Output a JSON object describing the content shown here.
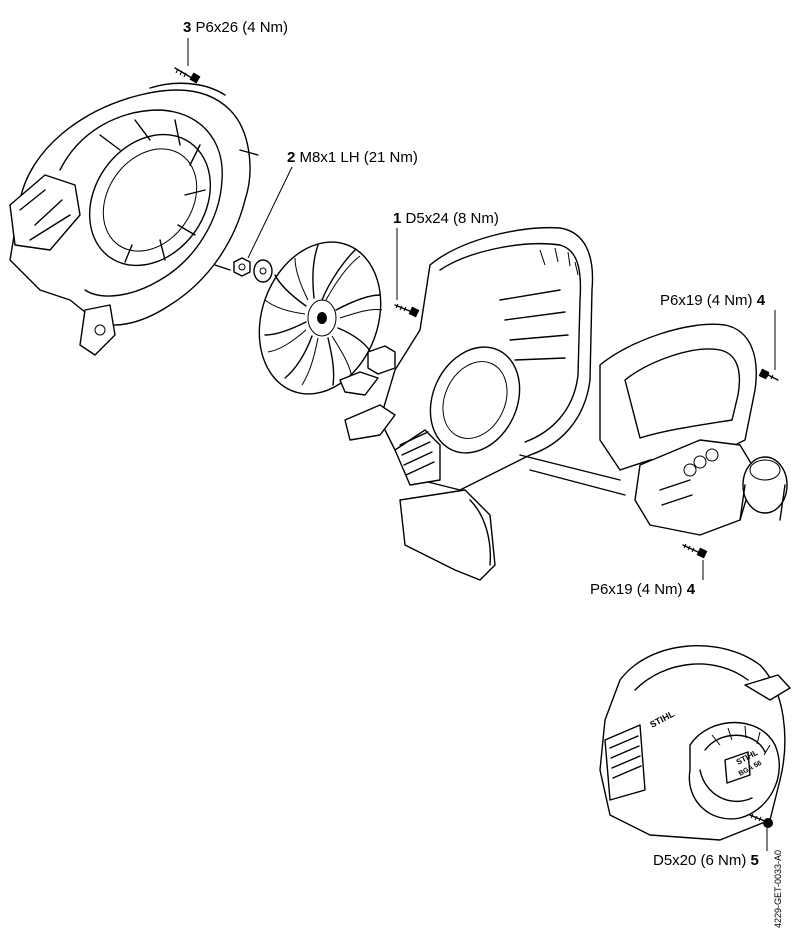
{
  "callouts": [
    {
      "num": "3",
      "spec": "P6x26 (4 Nm)"
    },
    {
      "num": "2",
      "spec": "M8x1 LH (21 Nm)"
    },
    {
      "num": "1",
      "spec": "D5x24 (8 Nm)"
    },
    {
      "num": "4",
      "spec": "P6x19 (4 Nm)"
    },
    {
      "num": "4",
      "spec": "P6x19 (4 Nm)"
    },
    {
      "num": "5",
      "spec": "D5x20 (6 Nm)"
    }
  ],
  "drawing_code": "4229-GET-0033-A0",
  "brand_marks": [
    "STIHL",
    "STIHL",
    "BGA 56"
  ]
}
